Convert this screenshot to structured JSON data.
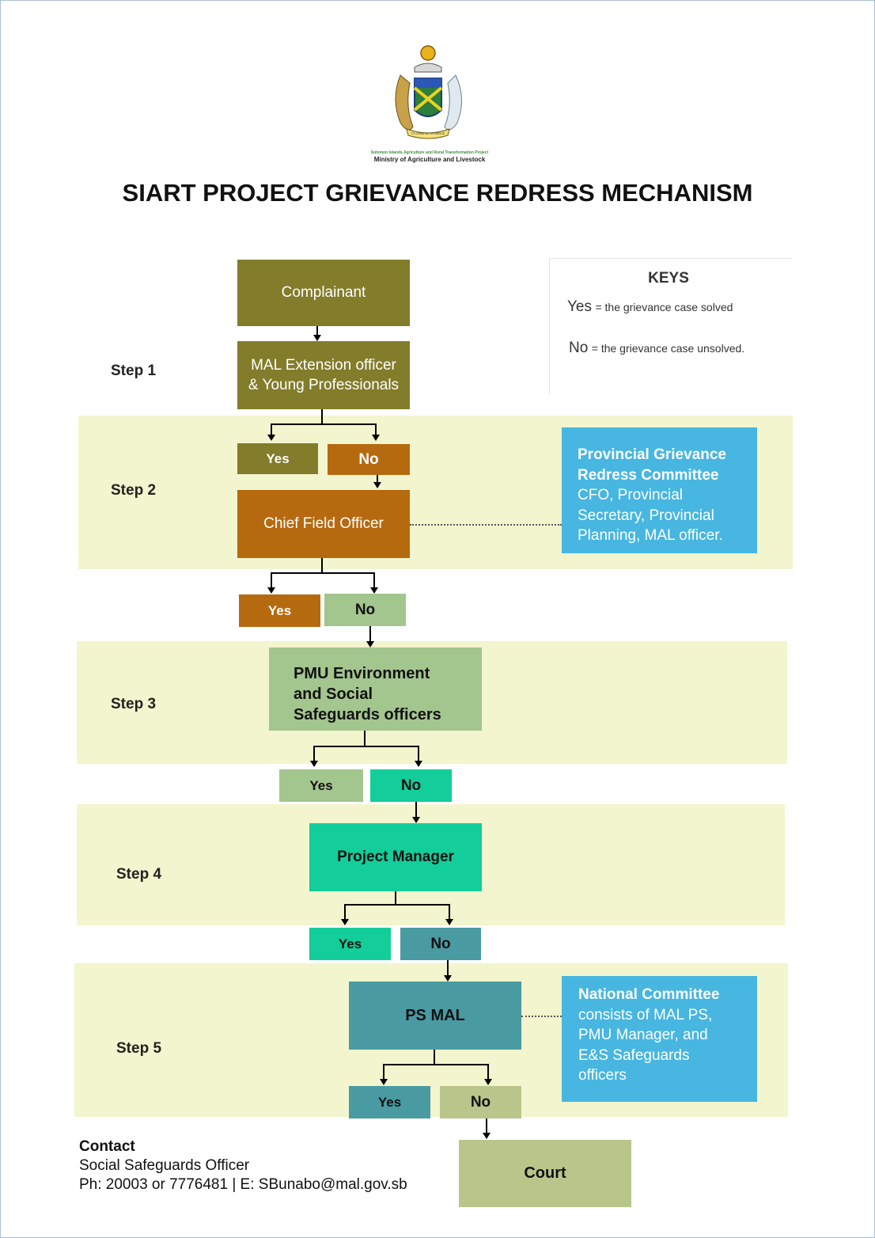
{
  "logo": {
    "line1": "Solomon Islands Agriculture and Rural Transformation Project",
    "line2": "Ministry of Agriculture and Livestock",
    "motto": "TO LEAD IS TO SERVE"
  },
  "title": "SIART PROJECT GRIEVANCE REDRESS MECHANISM",
  "keys": {
    "heading": "KEYS",
    "yes_word": "Yes",
    "yes_text": "= the grievance case solved",
    "no_word": "No",
    "no_text": "= the grievance case unsolved."
  },
  "steps": {
    "s1": "Step 1",
    "s2": "Step 2",
    "s3": "Step 3",
    "s4": "Step 4",
    "s5": "Step 5"
  },
  "boxes": {
    "complainant": "Complainant",
    "mal_line1": "MAL Extension officer",
    "mal_line2": "& Young Professionals",
    "cfo": "Chief Field Officer",
    "pmu_line1": "PMU Environment",
    "pmu_line2": "and Social",
    "pmu_line3": "Safeguards officers",
    "pm": "Project Manager",
    "psmal": "PS MAL",
    "court": "Court"
  },
  "answers": {
    "yes": "Yes",
    "no": "No"
  },
  "provincial": {
    "heading_line1": "Provincial Grievance",
    "heading_line2": "Redress Committee",
    "body_line1": "CFO, Provincial",
    "body_line2": "Secretary, Provincial",
    "body_line3": "Planning, MAL officer."
  },
  "national": {
    "heading": "National Committee",
    "body_line1": "consists of MAL PS,",
    "body_line2": "PMU Manager, and",
    "body_line3": "E&S Safeguards",
    "body_line4": "officers"
  },
  "contact": {
    "heading": "Contact",
    "role": "Social Safeguards Officer",
    "details": "Ph: 20003 or 7776481 | E: SBunabo@mal.gov.sb"
  },
  "colors": {
    "olive": "#827c2b",
    "orange": "#b66a10",
    "light_green": "#a3c58e",
    "teal": "#13cd9a",
    "dark_teal": "#4a9aa2",
    "court": "#b8c68b",
    "blue": "#47b6e0",
    "band": "#f2f5cd"
  }
}
